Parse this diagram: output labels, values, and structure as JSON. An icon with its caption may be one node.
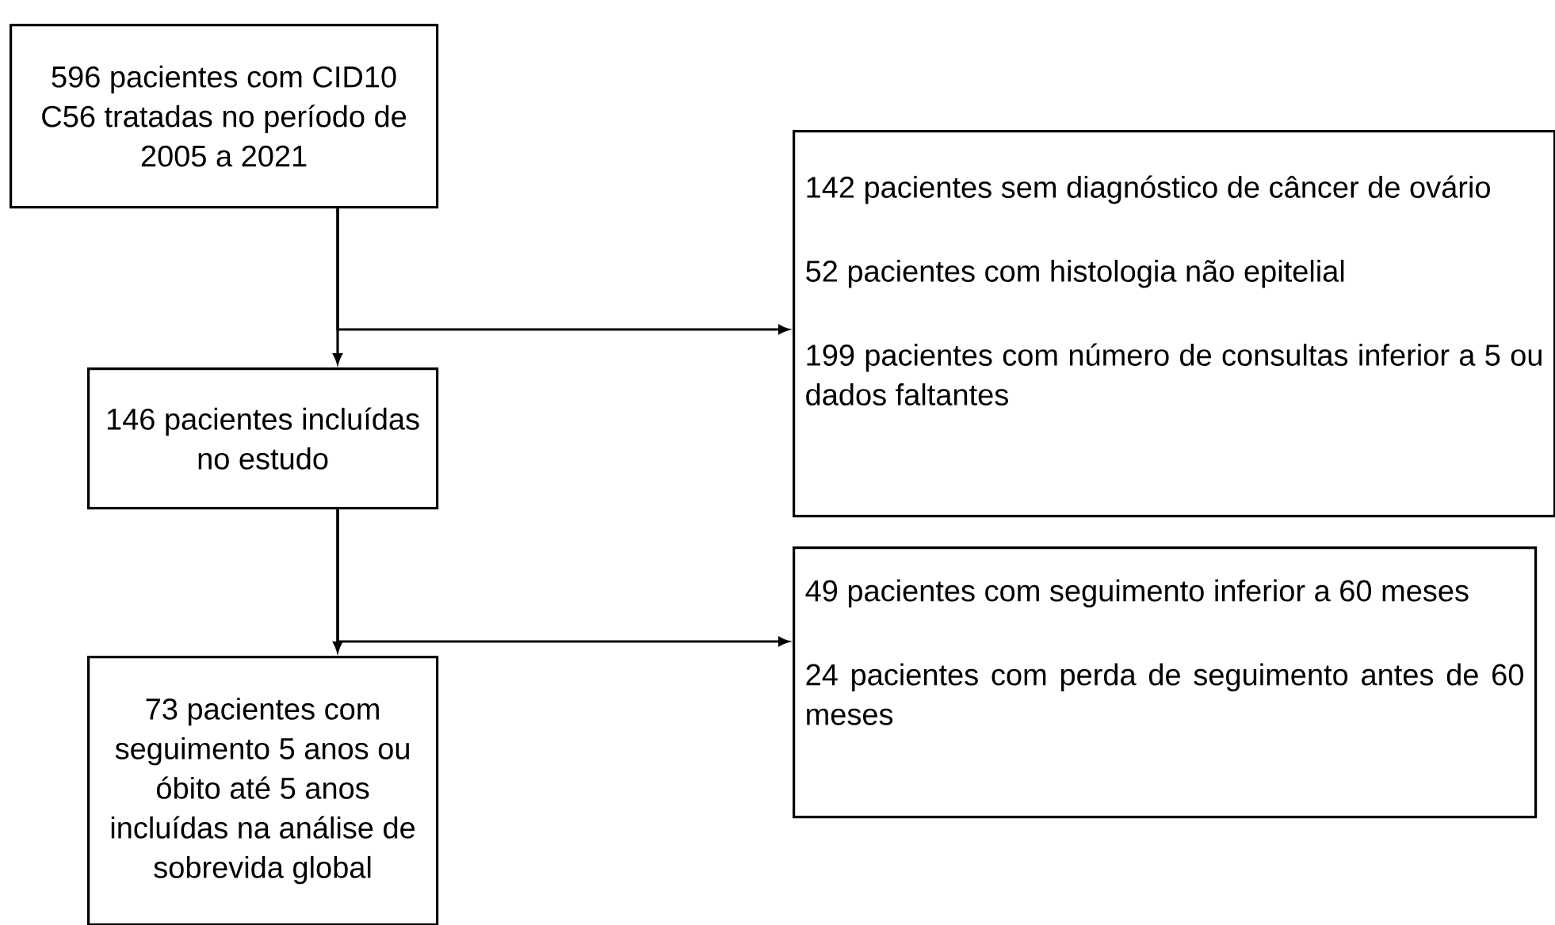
{
  "diagram": {
    "nodes": [
      {
        "text": [
          "596 pacientes com CID10 C56 tratadas no período de 2005 a 2021"
        ]
      },
      {
        "text": [
          "142 pacientes sem diagnóstico de câncer de ovário",
          "52 pacientes com histologia não epitelial",
          "199 pacientes com número de consultas inferior a 5 ou dados faltantes"
        ]
      },
      {
        "text": [
          "146 pacientes incluídas no estudo"
        ]
      },
      {
        "text": [
          "49 pacientes com seguimento inferior a 60 meses",
          "24 pacientes com perda de seguimento antes de 60 meses"
        ]
      },
      {
        "text": [
          "73 pacientes com seguimento 5 anos ou óbito até 5 anos incluídas na análise de sobrevida global"
        ]
      }
    ],
    "edges": [
      {
        "from": 0,
        "to": 2,
        "arrow": "to"
      },
      {
        "from": 0,
        "to": 1,
        "arrow": "to"
      },
      {
        "from": 2,
        "to": 4,
        "arrow": "to"
      },
      {
        "from": 2,
        "to": 3,
        "arrow": "to"
      }
    ]
  }
}
